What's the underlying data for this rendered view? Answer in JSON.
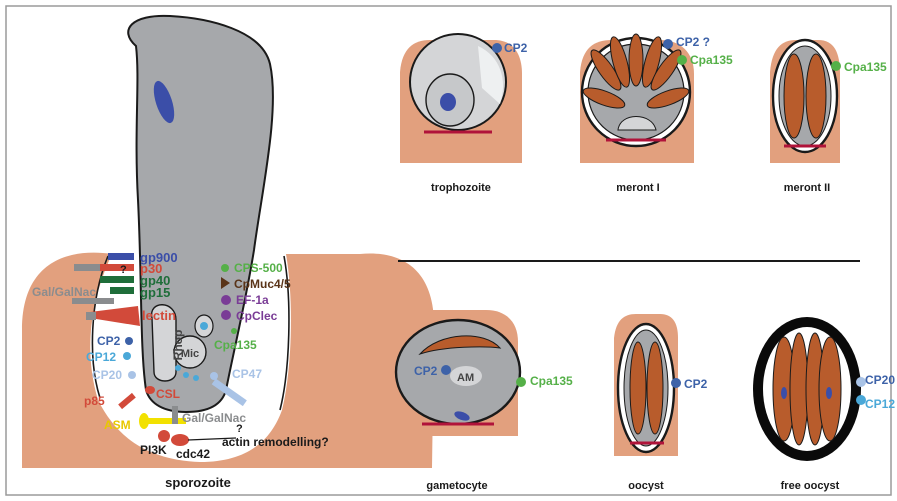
{
  "colors": {
    "tissue": "#e2a07e",
    "parasite_gray": "#a6a8ab",
    "light_gray": "#d4d5d7",
    "merozoite": "#b85c2c",
    "nucleus": "#3b4ea8",
    "blue_label": "#3d62a8",
    "cyan_label": "#4aa8d8",
    "green_label": "#55b048",
    "dark_green": "#1f6e3a",
    "red_label": "#d24a3a",
    "purple_label": "#7a3c96",
    "brown_label": "#5a3418",
    "gray_label": "#8a8c8e",
    "yellow": "#f2e100"
  },
  "sporozoite": {
    "caption": "sporozoite",
    "organelles": {
      "rhop": "Rhop",
      "mic": "Mic"
    },
    "labels": {
      "gp900": "gp900",
      "p30": "p30",
      "q": "?",
      "gp40": "gp40",
      "gp15": "gp15",
      "galgalnac_left": "Gal/GalNac",
      "lectin": "lectin",
      "cp2": "CP2",
      "cp12": "CP12",
      "cp20": "CP20",
      "p85": "p85",
      "csl": "CSL",
      "asm": "ASM",
      "pi3k": "PI3K",
      "cdc42": "cdc42",
      "cps500": "CPS-500",
      "cpmuc": "CpMuc4/5",
      "ef1a": "EF-1a",
      "cpclec": "CpClec",
      "cpa135": "Cpa135",
      "cp47": "CP47",
      "galgalnac_right": "Gal/GalNac",
      "actin_q": "?",
      "actin": "actin remodelling?"
    }
  },
  "stages": {
    "trophozoite": {
      "caption": "trophozoite",
      "label": "CP2"
    },
    "meront1": {
      "caption": "meront I",
      "label_blue": "CP2 ?",
      "label_green": "Cpa135"
    },
    "meront2": {
      "caption": "meront II",
      "label_green": "Cpa135"
    },
    "gametocyte": {
      "caption": "gametocyte",
      "label_blue": "CP2",
      "am": "AM",
      "label_green": "Cpa135"
    },
    "oocyst": {
      "caption": "oocyst",
      "label": "CP2"
    },
    "free_oocyst": {
      "caption": "free oocyst",
      "label_cp20": "CP20",
      "label_cp12": "CP12"
    }
  }
}
